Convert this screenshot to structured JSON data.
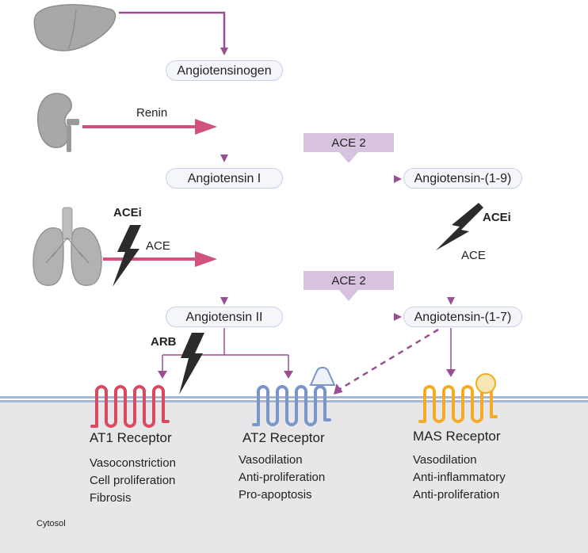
{
  "nodes": {
    "angiotensinogen": "Angiotensinogen",
    "angiotensin_1": "Angiotensin I",
    "angiotensin_2": "Angiotensin II",
    "angiotensin_1_9": "Angiotensin-(1-9)",
    "angiotensin_1_7": "Angiotensin-(1-7)"
  },
  "enzymes": {
    "renin": "Renin",
    "ace_lung": "ACE",
    "acei_lung": "ACEi",
    "ace2_top": "ACE 2",
    "ace2_bottom": "ACE 2",
    "acei_right": "ACEi",
    "ace_right": "ACE",
    "arb": "ARB"
  },
  "receptors": [
    {
      "name": "AT1 Receptor",
      "effects": [
        "Vasoconstriction",
        "Cell proliferation",
        "Fibrosis"
      ],
      "color": "#d9495f"
    },
    {
      "name": "AT2 Receptor",
      "effects": [
        "Vasodilation",
        "Anti-proliferation",
        "Pro-apoptosis"
      ],
      "color": "#7a96c8"
    },
    {
      "name": "MAS Receptor",
      "effects": [
        "Vasodilation",
        "Anti-inflammatory",
        "Anti-proliferation"
      ],
      "color": "#f2ac26"
    }
  ],
  "compartment": "Cytosol",
  "colors": {
    "pathway_arrow": "#9b4f93",
    "source_arrow": "#d1517f",
    "enzyme_box": "#d7c3df",
    "membrane": "#a6b9d1",
    "organ": "#a3a3a3",
    "inhibitor": "#2b2b2b"
  },
  "icons": [
    "liver-icon",
    "kidney-icon",
    "lungs-icon",
    "lightning-bolt-icon"
  ]
}
